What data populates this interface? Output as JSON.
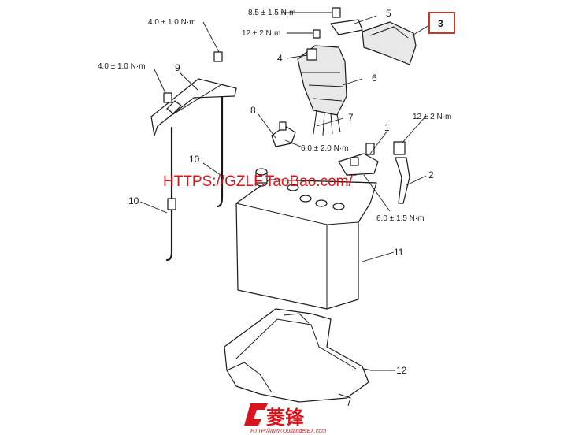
{
  "callouts": {
    "c1": "1",
    "c2": "2",
    "c3": "3",
    "c4": "4",
    "c5": "5",
    "c6": "6",
    "c7": "7",
    "c8": "8",
    "c9": "9",
    "c10a": "10",
    "c10b": "10",
    "c11": "11",
    "c12": "12"
  },
  "torques": {
    "t_nut_left_top": "4.0 ± 1.0 N·m",
    "t_nut_left": "4.0 ± 1.0 N·m",
    "t_top": "8.5 ± 1.5 N·m",
    "t_fuse": "12 ± 2 N·m",
    "t_right_term": "12 ± 2 N·m",
    "t_clamp": "6.0 ± 2.0 N·m",
    "t_terminal": "6.0 ± 1.5 N·m"
  },
  "watermark": "HTTPS://GZLF.TaoBao.com/",
  "logo": {
    "text": "菱锋",
    "url": "HTTP://www.OutlanderEX.com"
  },
  "colors": {
    "watermark": "#d8141d",
    "callout_box": "#c0392b",
    "line": "#1a1a1a"
  }
}
